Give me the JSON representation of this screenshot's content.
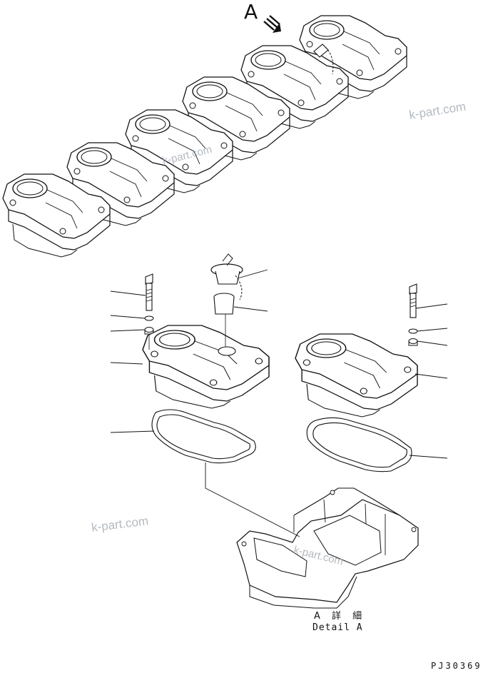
{
  "view_label": "A",
  "detail_label_jp": "A 詳 細",
  "detail_label_en": "Detail A",
  "drawing_number": "PJ30369",
  "watermark": "k-part.com",
  "colors": {
    "line": "#111111",
    "watermark": "#9aa3ad"
  }
}
